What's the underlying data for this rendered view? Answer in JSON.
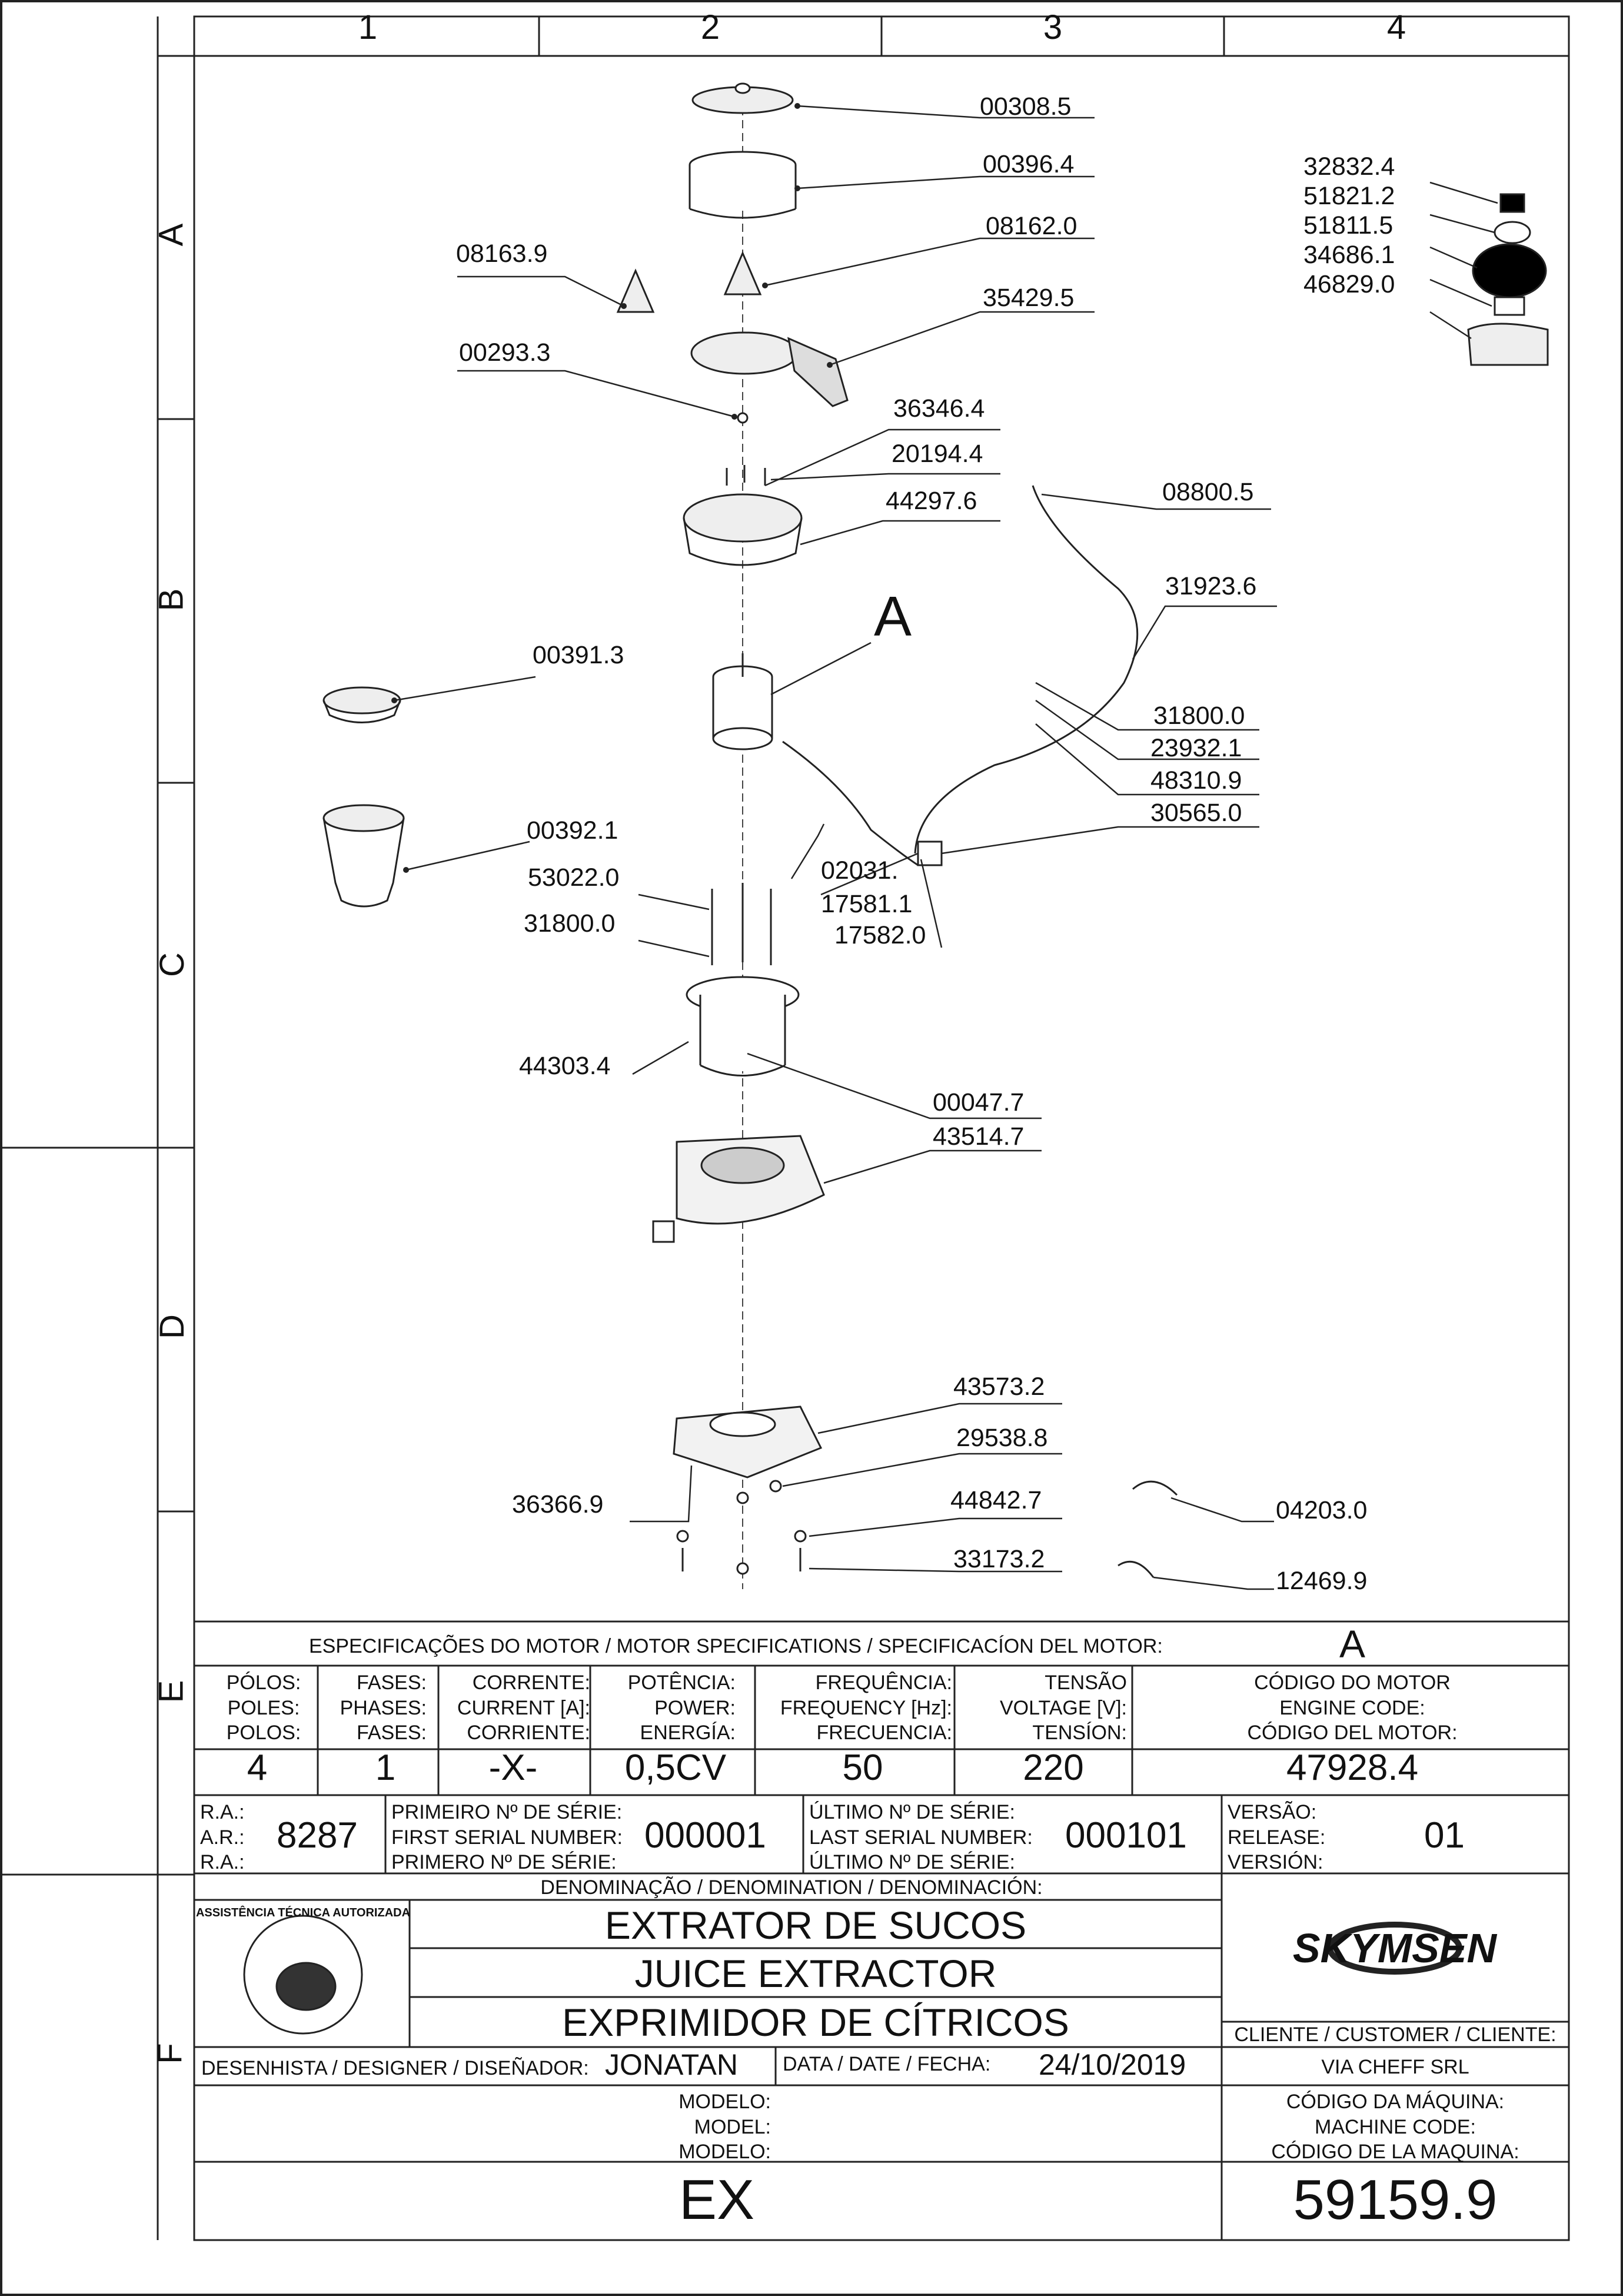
{
  "zone_columns": [
    "1",
    "2",
    "3",
    "4"
  ],
  "zone_rows": [
    "A",
    "B",
    "C",
    "D",
    "E",
    "F"
  ],
  "detail_marker": "A",
  "callouts": [
    "00308.5",
    "00396.4",
    "08162.0",
    "08163.9",
    "35429.5",
    "00293.3",
    "36346.4",
    "20194.4",
    "44297.6",
    "08800.5",
    "31923.6",
    "00391.3",
    "31800.0",
    "23932.1",
    "48310.9",
    "30565.0",
    "00392.1",
    "53022.0",
    "02031.",
    "17581.1",
    "31800.0",
    "17582.0",
    "44303.4",
    "00047.7",
    "43514.7",
    "43573.2",
    "29538.8",
    "36366.9",
    "44842.7",
    "04203.0",
    "33173.2",
    "12469.9",
    "32832.4",
    "51821.2",
    "51811.5",
    "34686.1",
    "46829.0"
  ],
  "motor": {
    "header": "ESPECIFICAÇÕES DO MOTOR / MOTOR SPECIFICATIONS / SPECIFICACÍON DEL MOTOR:",
    "header_value": "A",
    "fields": [
      {
        "labels": [
          "PÓLOS:",
          "POLES:",
          "POLOS:"
        ],
        "value": "4"
      },
      {
        "labels": [
          "FASES:",
          "PHASES:",
          "FASES:"
        ],
        "value": "1"
      },
      {
        "labels": [
          "CORRENTE:",
          "CURRENT [A]:",
          "CORRIENTE:"
        ],
        "value": "-X-"
      },
      {
        "labels": [
          "POTÊNCIA:",
          "POWER:",
          "ENERGÍA:"
        ],
        "value": "0,5CV"
      },
      {
        "labels": [
          "FREQUÊNCIA:",
          "FREQUENCY [Hz]:",
          "FRECUENCIA:"
        ],
        "value": "50"
      },
      {
        "labels": [
          "TENSÃO",
          "VOLTAGE [V]:",
          "TENSÍON:"
        ],
        "value": "220"
      },
      {
        "labels": [
          "CÓDIGO DO MOTOR",
          "ENGINE CODE:",
          "CÓDIGO DEL MOTOR:"
        ],
        "value": "47928.4"
      }
    ]
  },
  "serial": {
    "ra_labels": [
      "R.A.:",
      "A.R.:",
      "R.A.:"
    ],
    "ra_value": "8287",
    "first_labels": [
      "PRIMEIRO Nº DE SÉRIE:",
      "FIRST SERIAL NUMBER:",
      "PRIMERO Nº DE SÉRIE:"
    ],
    "first_value": "000001",
    "last_labels": [
      "ÚLTIMO Nº DE SÉRIE:",
      "LAST SERIAL NUMBER:",
      "ÚLTIMO Nº DE SÉRIE:"
    ],
    "last_value": "000101",
    "version_labels": [
      "VERSÃO:",
      "RELEASE:",
      "VERSIÓN:"
    ],
    "version_value": "01"
  },
  "denomination": {
    "label": "DENOMINAÇÃO / DENOMINATION / DENOMINACIÓN:",
    "lines": [
      "EXTRATOR DE SUCOS",
      "JUICE EXTRACTOR",
      "EXPRIMIDOR DE CÍTRICOS"
    ]
  },
  "seal_text": "ASSISTÊNCIA TÉCNICA AUTORIZADA",
  "brand": "SKYMSEN",
  "client": {
    "label": "CLIENTE / CUSTOMER / CLIENTE:",
    "value": "VIA CHEFF SRL"
  },
  "designer": {
    "label": "DESENHISTA / DESIGNER / DISEÑADOR:",
    "value": "JONATAN"
  },
  "date": {
    "label": "DATA / DATE / FECHA:",
    "value": "24/10/2019"
  },
  "model": {
    "labels": [
      "MODELO:",
      "MODEL:",
      "MODELO:"
    ],
    "value": "EX"
  },
  "machine": {
    "labels": [
      "CÓDIGO DA MÁQUINA:",
      "MACHINE CODE:",
      "CÓDIGO DE LA MAQUINA:"
    ],
    "value": "59159.9"
  }
}
